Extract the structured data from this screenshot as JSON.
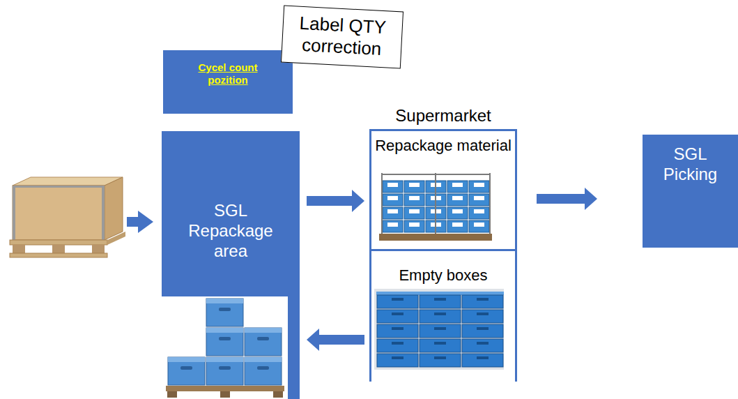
{
  "diagram": {
    "nodes": [
      {
        "text": [
          "Cycel count pozition"
        ]
      },
      {
        "text": [
          "Label QTY correction"
        ]
      },
      {
        "text": [
          "SGL Repackage area"
        ]
      },
      {
        "text": [
          "Supermarket"
        ]
      },
      {
        "text": [
          "Repackage material"
        ],
        "in": 3
      },
      {
        "text": [
          "Empty boxes"
        ],
        "in": 3
      },
      {
        "text": [
          "SGL Picking"
        ]
      }
    ],
    "edges": [
      {
        "from": 2,
        "to": 4,
        "arrow": "to"
      },
      {
        "from": 5,
        "to": 2,
        "arrow": "to"
      },
      {
        "from": 3,
        "to": 6,
        "arrow": "to"
      }
    ]
  }
}
